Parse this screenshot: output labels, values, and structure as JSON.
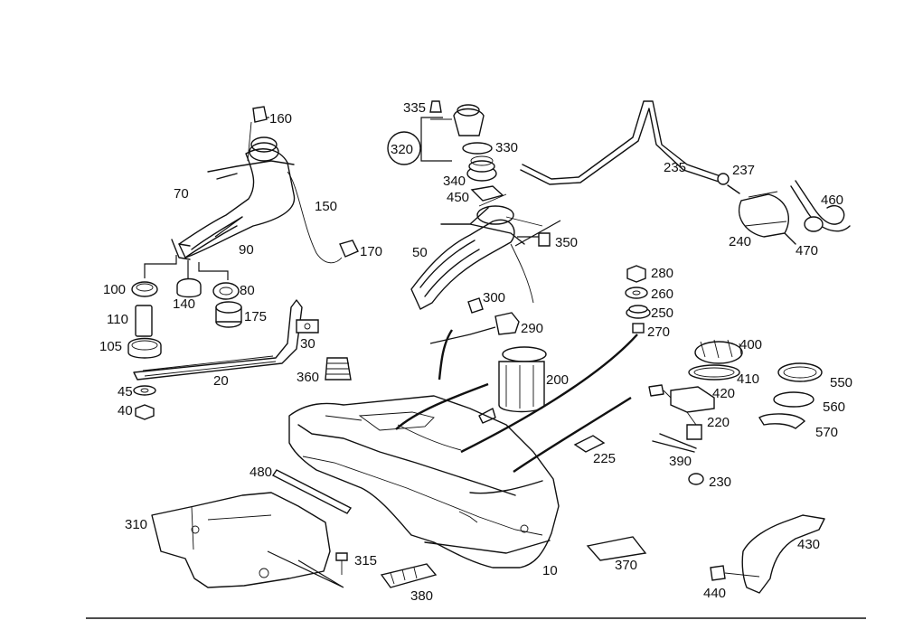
{
  "labels": {
    "p10": "10",
    "p20": "20",
    "p30": "30",
    "p40": "40",
    "p45": "45",
    "p50": "50",
    "p70": "70",
    "p80": "80",
    "p90": "90",
    "p100": "100",
    "p105": "105",
    "p110": "110",
    "p140": "140",
    "p150": "150",
    "p160": "160",
    "p170": "170",
    "p175": "175",
    "p200": "200",
    "p220": "220",
    "p225": "225",
    "p230": "230",
    "p235": "235",
    "p237": "237",
    "p240": "240",
    "p250": "250",
    "p260": "260",
    "p270": "270",
    "p280": "280",
    "p290": "290",
    "p300": "300",
    "p310": "310",
    "p315": "315",
    "p320": "320",
    "p330": "330",
    "p335": "335",
    "p340": "340",
    "p350": "350",
    "p360": "360",
    "p370": "370",
    "p380": "380",
    "p390": "390",
    "p400": "400",
    "p410": "410",
    "p420": "420",
    "p430": "430",
    "p440": "440",
    "p450": "450",
    "p460": "460",
    "p470": "470",
    "p480": "480",
    "p550": "550",
    "p560": "560",
    "p570": "570"
  },
  "colors": {
    "line": "#111111",
    "background": "#ffffff"
  }
}
